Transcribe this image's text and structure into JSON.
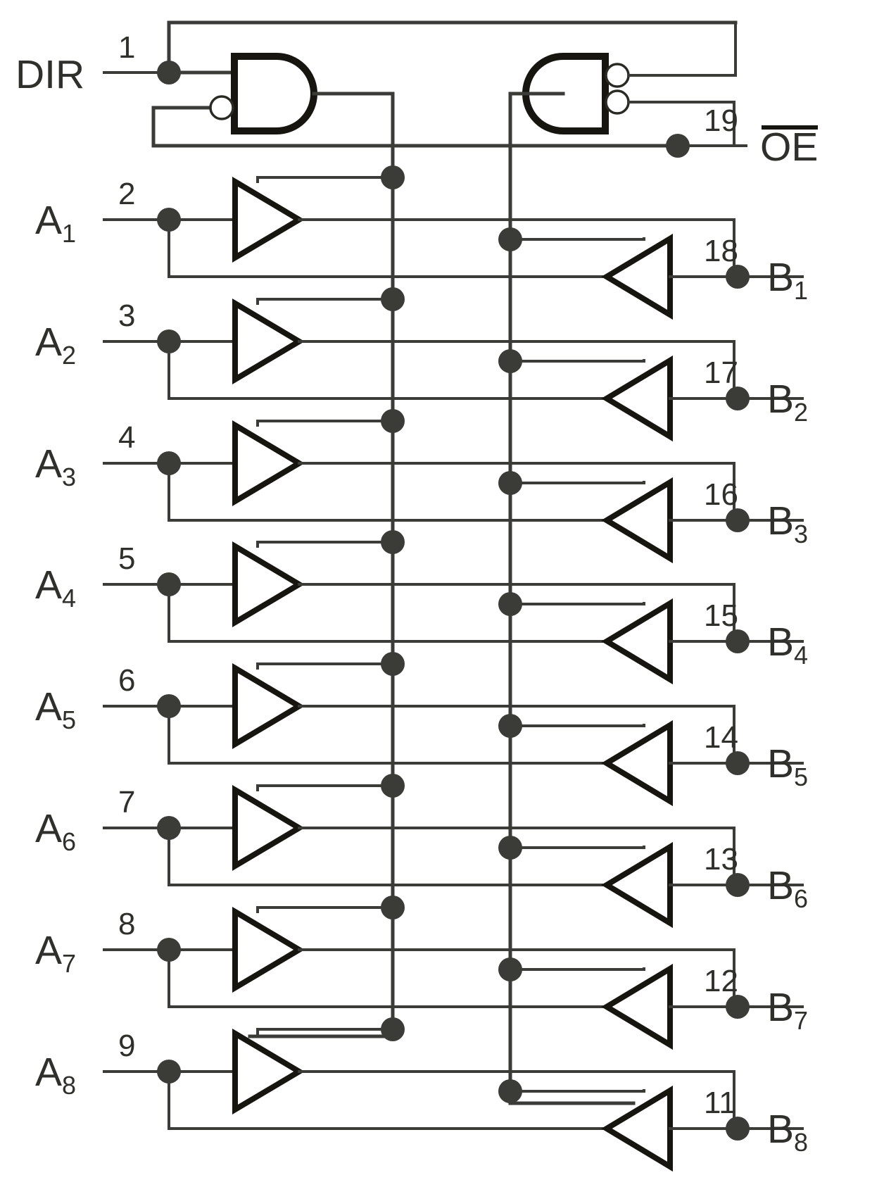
{
  "diagram": {
    "title": "Octal bus transceiver logic diagram",
    "type": "logic-diagram",
    "colors": {
      "wire": "#3b3c37",
      "gate_outline": "#16150f",
      "label_text": "#2f2f2b",
      "background": "#ffffff"
    },
    "control_inputs": [
      {
        "name": "DIR",
        "label": "DIR",
        "sub": "",
        "pin": "1",
        "overline": false
      },
      {
        "name": "OE",
        "label": "OE",
        "sub": "",
        "pin": "19",
        "overline": true
      }
    ],
    "a_ports": [
      {
        "label": "A",
        "sub": "1",
        "pin": "2"
      },
      {
        "label": "A",
        "sub": "2",
        "pin": "3"
      },
      {
        "label": "A",
        "sub": "3",
        "pin": "4"
      },
      {
        "label": "A",
        "sub": "4",
        "pin": "5"
      },
      {
        "label": "A",
        "sub": "5",
        "pin": "6"
      },
      {
        "label": "A",
        "sub": "6",
        "pin": "7"
      },
      {
        "label": "A",
        "sub": "7",
        "pin": "8"
      },
      {
        "label": "A",
        "sub": "8",
        "pin": "9"
      }
    ],
    "b_ports": [
      {
        "label": "B",
        "sub": "1",
        "pin": "18"
      },
      {
        "label": "B",
        "sub": "2",
        "pin": "17"
      },
      {
        "label": "B",
        "sub": "3",
        "pin": "16"
      },
      {
        "label": "B",
        "sub": "4",
        "pin": "15"
      },
      {
        "label": "B",
        "sub": "5",
        "pin": "14"
      },
      {
        "label": "B",
        "sub": "6",
        "pin": "13"
      },
      {
        "label": "B",
        "sub": "7",
        "pin": "12"
      },
      {
        "label": "B",
        "sub": "8",
        "pin": "11"
      }
    ],
    "gates": [
      {
        "name": "left-enable-gate",
        "kind": "and-with-inverted-input",
        "inputs": [
          "DIR",
          "OE"
        ],
        "bubbles": 1
      },
      {
        "name": "right-enable-gate",
        "kind": "and-with-inverted-outputs",
        "inputs": [
          "DIR",
          "OE"
        ],
        "bubbles": 2
      }
    ],
    "buffer_count_per_side": 8
  }
}
